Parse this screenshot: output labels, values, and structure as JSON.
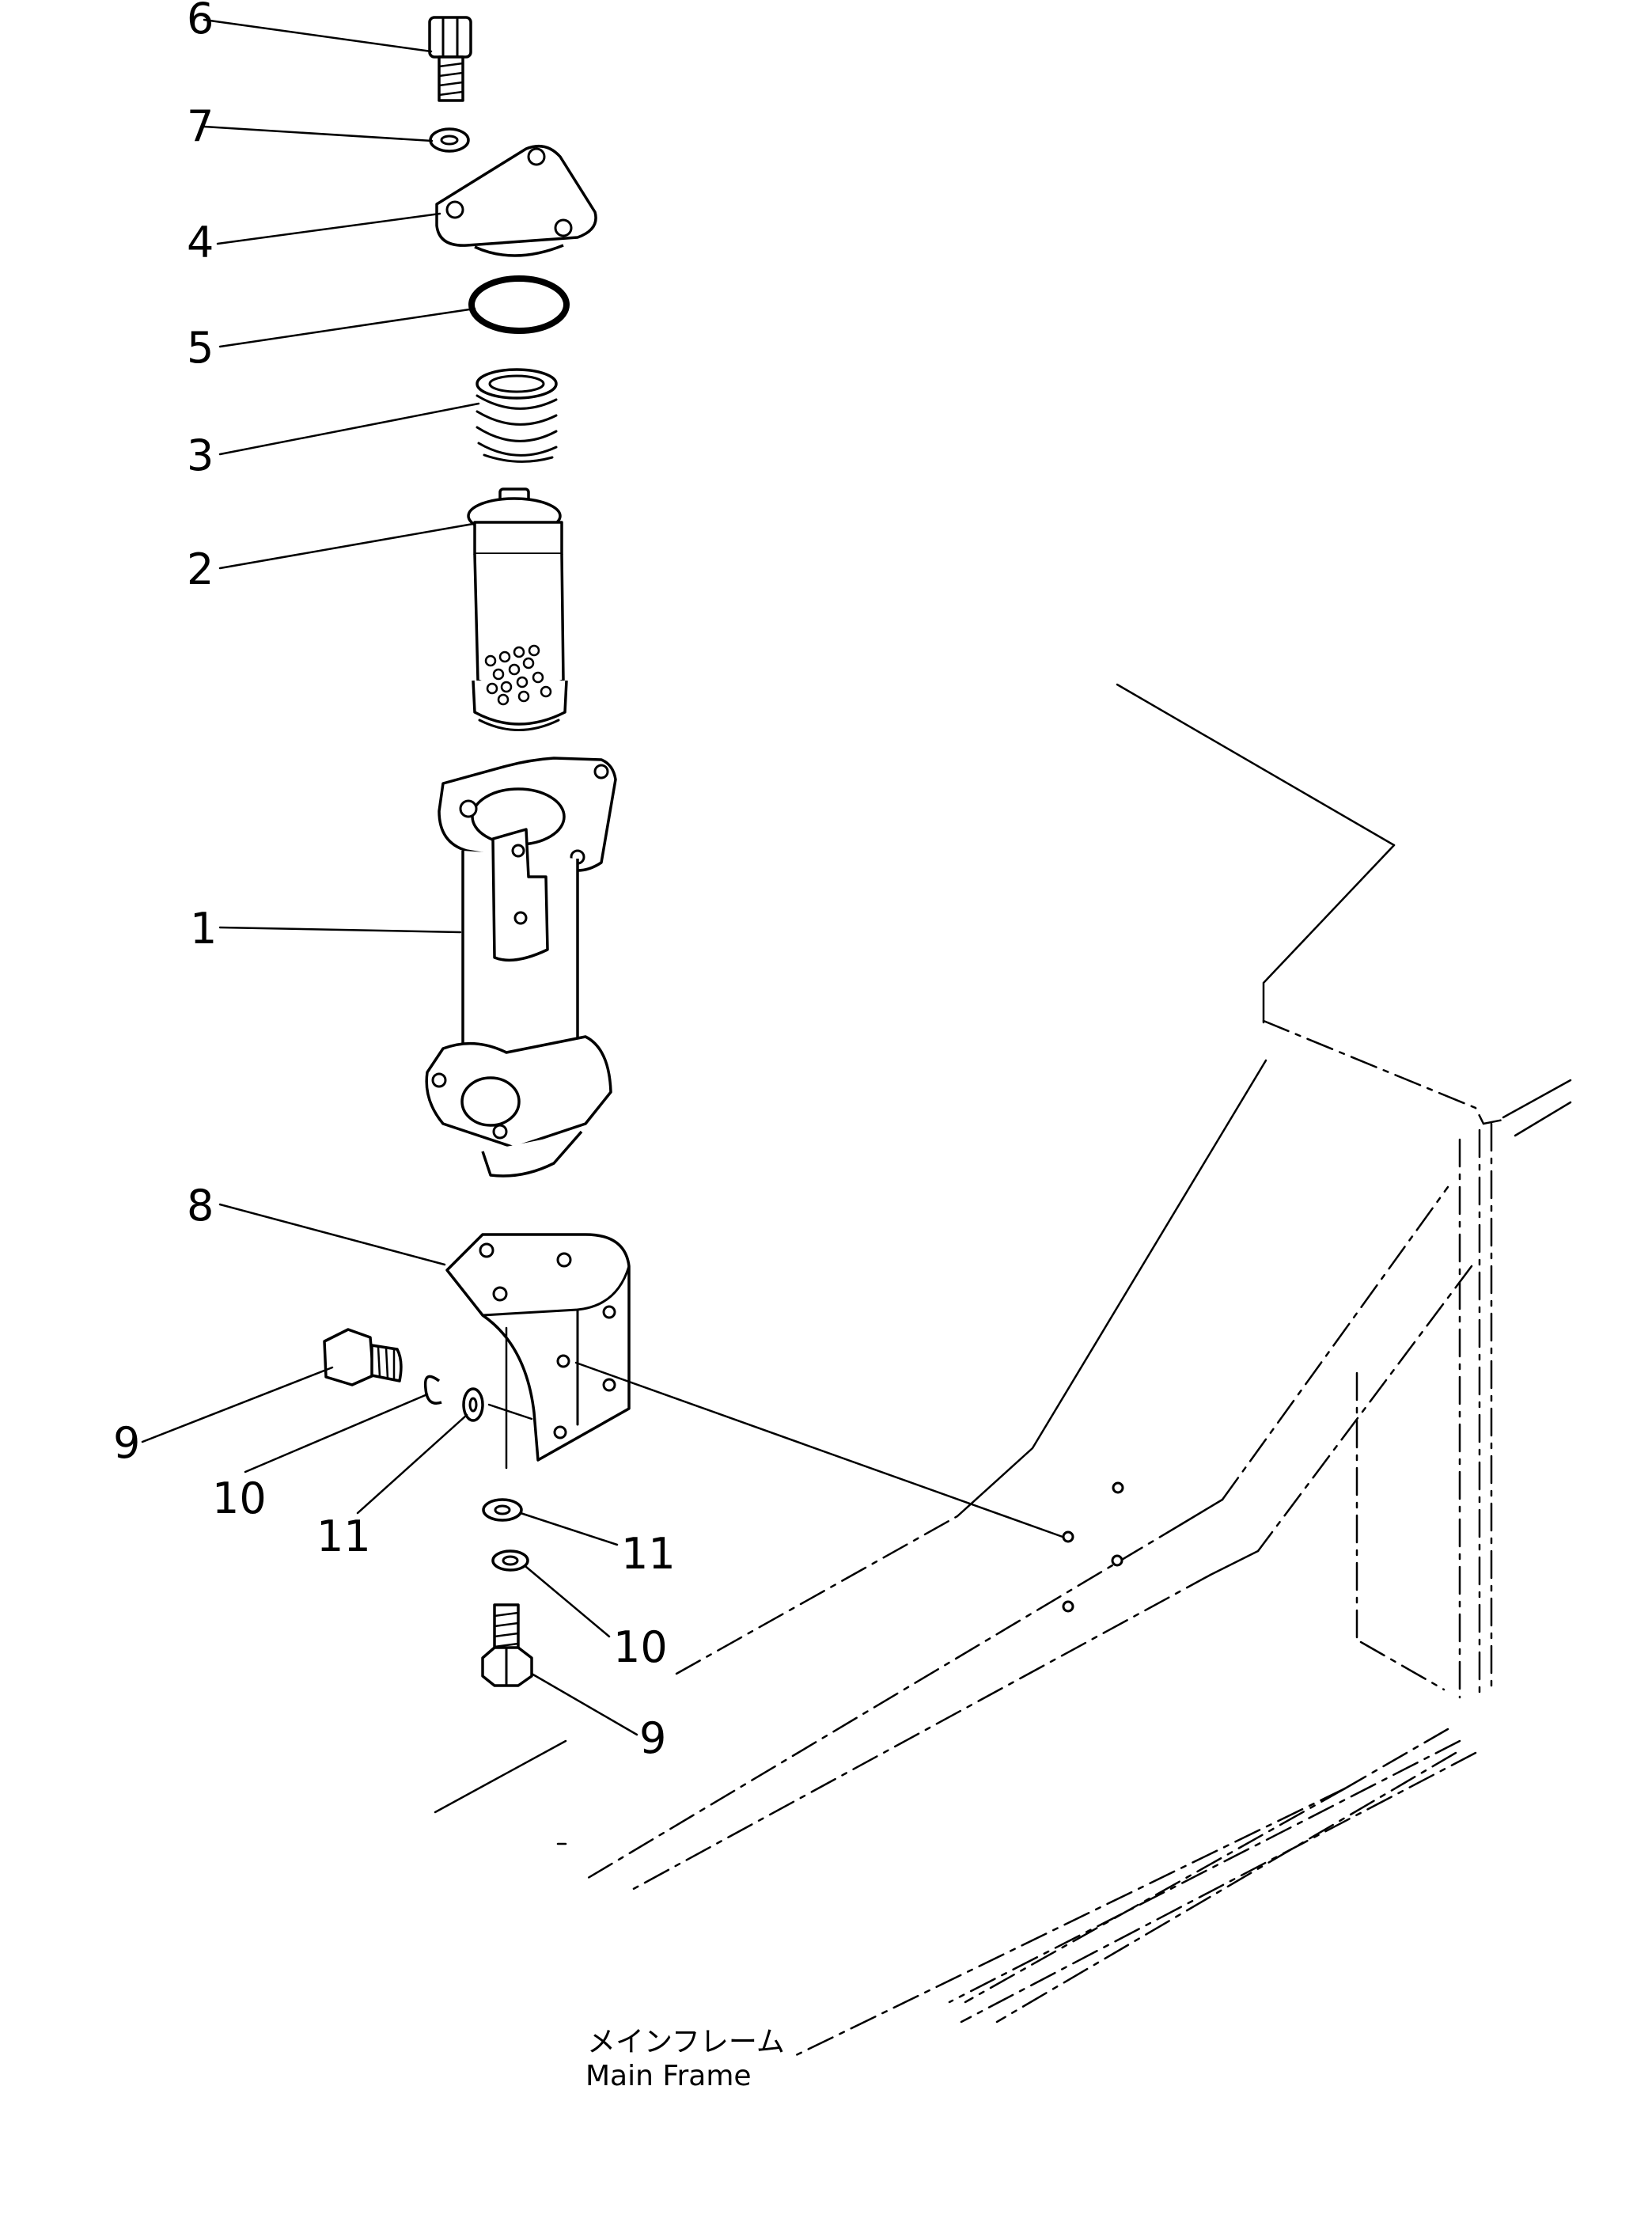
{
  "callouts": [
    {
      "id": "6",
      "label": "6"
    },
    {
      "id": "7",
      "label": "7"
    },
    {
      "id": "4",
      "label": "4"
    },
    {
      "id": "5",
      "label": "5"
    },
    {
      "id": "3",
      "label": "3"
    },
    {
      "id": "2",
      "label": "2"
    },
    {
      "id": "1",
      "label": "1"
    },
    {
      "id": "8",
      "label": "8"
    },
    {
      "id": "9a",
      "label": "9"
    },
    {
      "id": "10a",
      "label": "10"
    },
    {
      "id": "11a",
      "label": "11"
    },
    {
      "id": "11b",
      "label": "11"
    },
    {
      "id": "10b",
      "label": "10"
    },
    {
      "id": "9b",
      "label": "9"
    }
  ],
  "caption": {
    "japanese": "メインフレーム",
    "english": "Main Frame"
  }
}
